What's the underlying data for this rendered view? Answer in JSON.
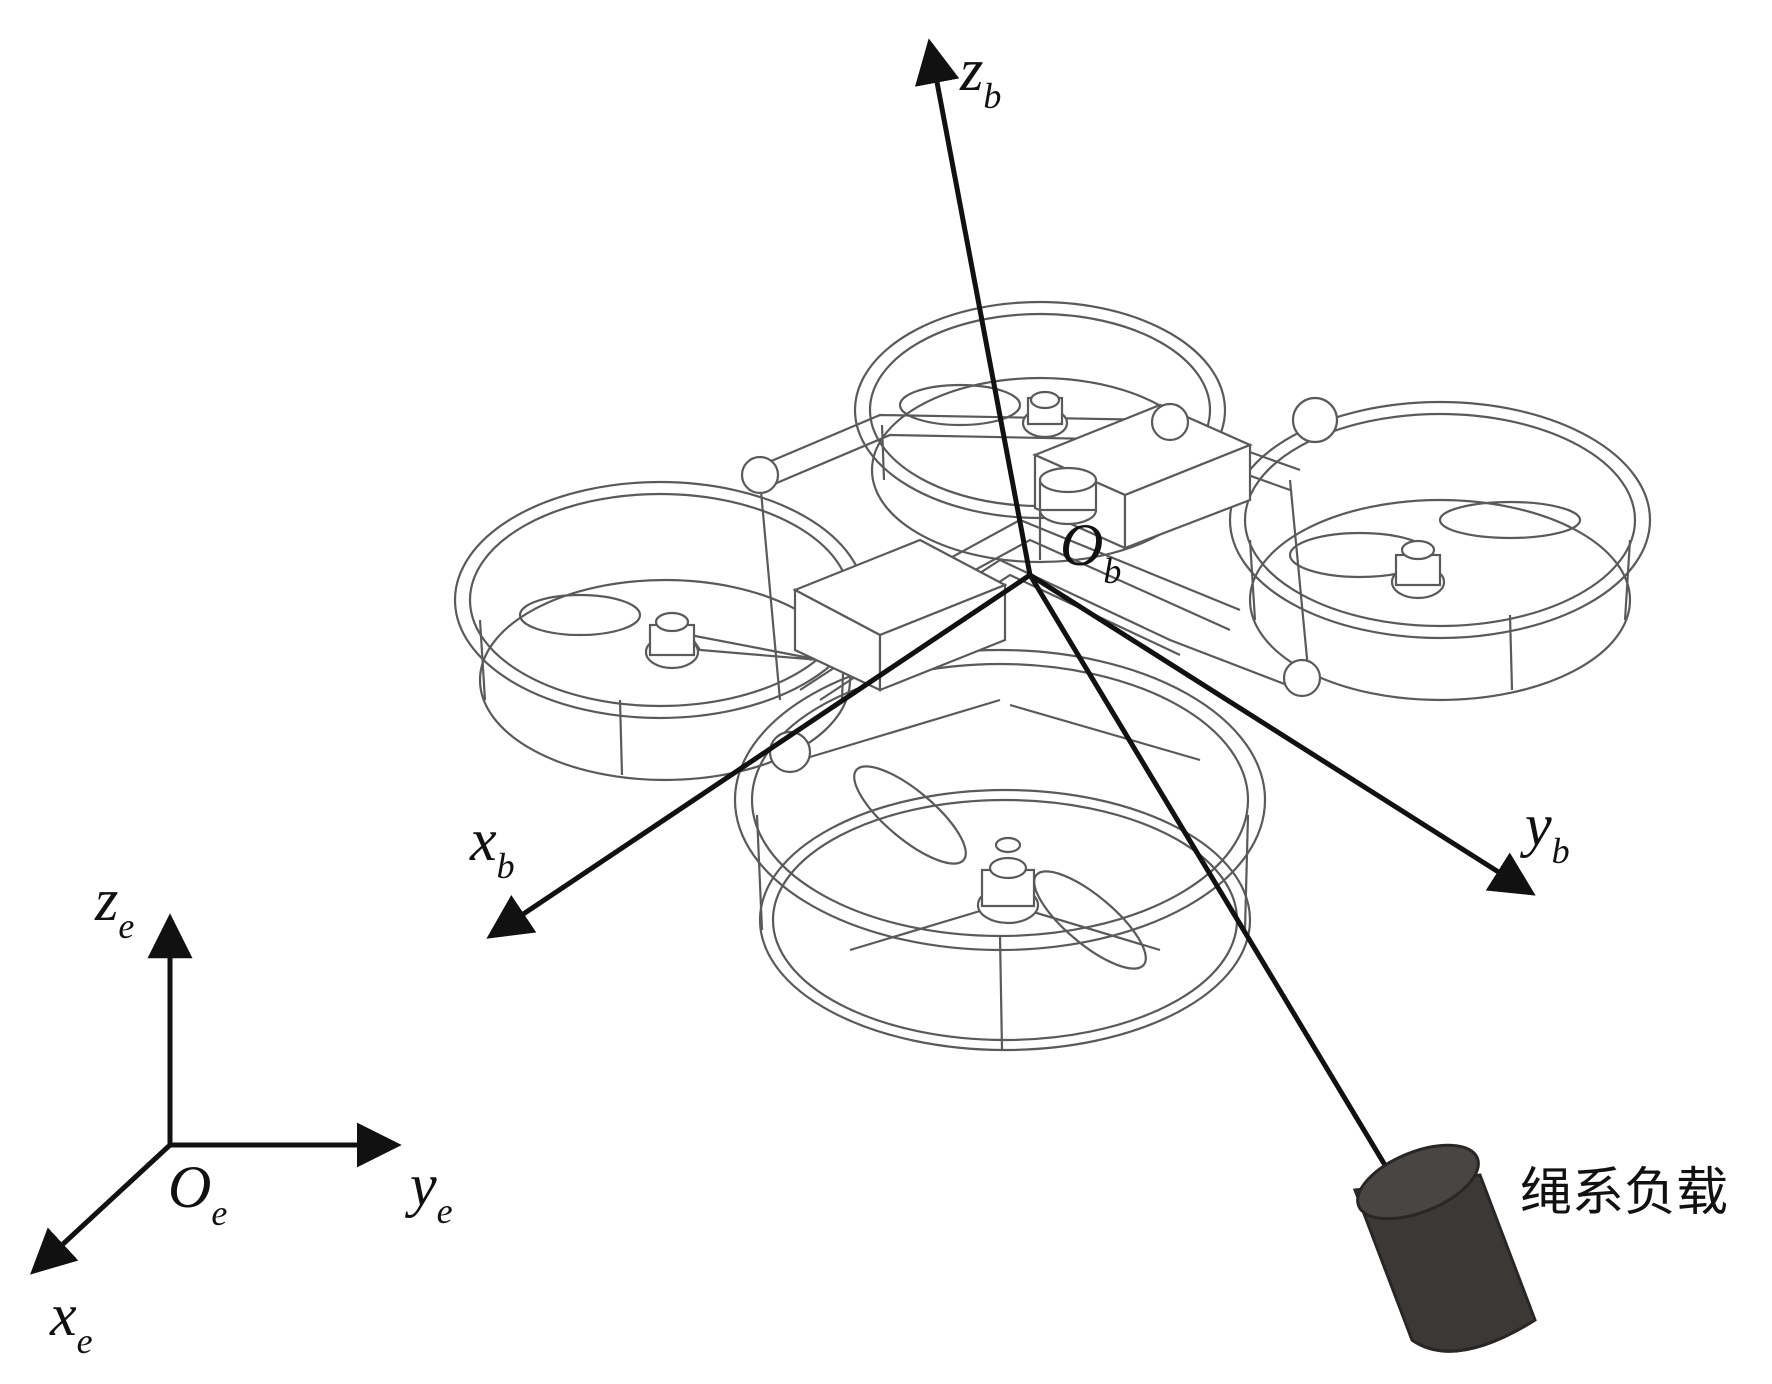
{
  "body_frame": {
    "origin": {
      "main": "O",
      "sub": "b"
    },
    "x_axis": {
      "main": "x",
      "sub": "b"
    },
    "y_axis": {
      "main": "y",
      "sub": "b"
    },
    "z_axis": {
      "main": "z",
      "sub": "b"
    }
  },
  "earth_frame": {
    "origin": {
      "main": "O",
      "sub": "e"
    },
    "x_axis": {
      "main": "x",
      "sub": "e"
    },
    "y_axis": {
      "main": "y",
      "sub": "e"
    },
    "z_axis": {
      "main": "z",
      "sub": "e"
    }
  },
  "payload_label": "绳系负载",
  "colors": {
    "axis": "#111111",
    "wireframe": "#5a5a5a",
    "payload": "#3d3838",
    "background": "#ffffff"
  }
}
